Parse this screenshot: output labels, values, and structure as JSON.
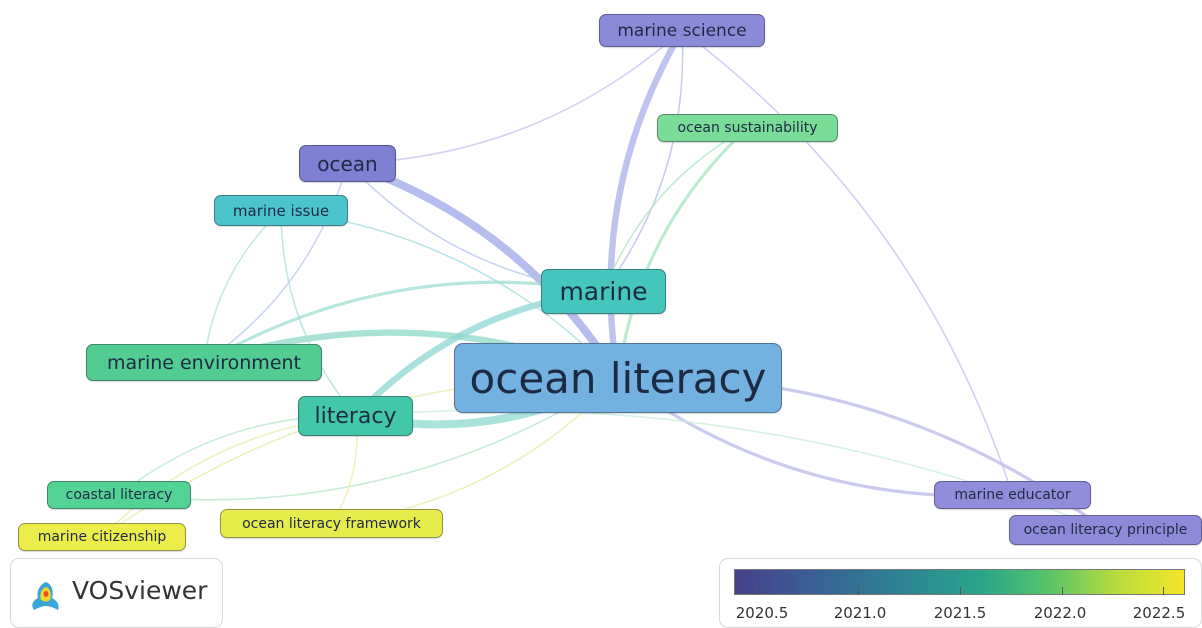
{
  "nodes": [
    {
      "label": "marine science",
      "score": 2020.6,
      "color": "#7f7fd4"
    },
    {
      "label": "ocean sustainability",
      "score": 2021.9,
      "color": "#6fd98f"
    },
    {
      "label": "ocean",
      "score": 2020.6,
      "color": "#7a7bd0"
    },
    {
      "label": "marine issue",
      "score": 2021.3,
      "color": "#46c1c6"
    },
    {
      "label": "marine",
      "score": 2021.4,
      "color": "#41c3b8"
    },
    {
      "label": "marine environment",
      "score": 2021.8,
      "color": "#4cc98b"
    },
    {
      "label": "ocean literacy",
      "score": 2021.1,
      "color": "#6aaee0"
    },
    {
      "label": "literacy",
      "score": 2021.5,
      "color": "#3fc6a4"
    },
    {
      "label": "coastal literacy",
      "score": 2021.8,
      "color": "#4bd08d"
    },
    {
      "label": "marine citizenship",
      "score": 2022.5,
      "color": "#e8e842"
    },
    {
      "label": "ocean literacy framework",
      "score": 2022.5,
      "color": "#e2e845"
    },
    {
      "label": "marine educator",
      "score": 2020.6,
      "color": "#8a86d8"
    },
    {
      "label": "ocean literacy principle",
      "score": 2020.6,
      "color": "#8783d6"
    }
  ],
  "links": [
    {
      "from": "ocean literacy",
      "to": "ocean",
      "strength": 5,
      "color": "#9ea5e4"
    },
    {
      "from": "ocean literacy",
      "to": "marine science",
      "strength": 4,
      "color": "#a9b0e8"
    },
    {
      "from": "ocean literacy",
      "to": "marine environment",
      "strength": 4,
      "color": "#8fd8c8"
    },
    {
      "from": "ocean literacy",
      "to": "literacy",
      "strength": 5,
      "color": "#8fd8d0"
    },
    {
      "from": "marine",
      "to": "literacy",
      "strength": 4,
      "color": "#8dd6d2"
    },
    {
      "from": "ocean literacy",
      "to": "ocean sustainability",
      "strength": 2,
      "color": "#a7e4c0"
    },
    {
      "from": "ocean literacy",
      "to": "marine educator",
      "strength": 2,
      "color": "#b8b8ea"
    },
    {
      "from": "ocean literacy",
      "to": "ocean literacy principle",
      "strength": 2,
      "color": "#b8b8ea"
    },
    {
      "from": "ocean literacy",
      "to": "marine issue",
      "strength": 1,
      "color": "#a3dcdc"
    },
    {
      "from": "ocean literacy",
      "to": "coastal literacy",
      "strength": 1,
      "color": "#b7e6c8"
    },
    {
      "from": "ocean literacy",
      "to": "marine citizenship",
      "strength": 1,
      "color": "#e4eeaa"
    },
    {
      "from": "ocean literacy",
      "to": "ocean literacy framework",
      "strength": 1,
      "color": "#e4eeaa"
    },
    {
      "from": "marine",
      "to": "marine science",
      "strength": 1,
      "color": "#b6bce9"
    },
    {
      "from": "marine",
      "to": "ocean",
      "strength": 1,
      "color": "#b6c6e9"
    },
    {
      "from": "marine",
      "to": "marine environment",
      "strength": 2,
      "color": "#9fded0"
    },
    {
      "from": "marine",
      "to": "ocean sustainability",
      "strength": 1,
      "color": "#ade6c4"
    },
    {
      "from": "ocean",
      "to": "marine science",
      "strength": 1,
      "color": "#c1c4ee"
    },
    {
      "from": "literacy",
      "to": "marine issue",
      "strength": 1,
      "color": "#a8e0dc"
    },
    {
      "from": "literacy",
      "to": "coastal literacy",
      "strength": 1,
      "color": "#b6e8c8"
    },
    {
      "from": "literacy",
      "to": "ocean literacy framework",
      "strength": 1,
      "color": "#e8eea8"
    },
    {
      "from": "literacy",
      "to": "marine citizenship",
      "strength": 1,
      "color": "#e8eea8"
    },
    {
      "from": "marine environment",
      "to": "marine issue",
      "strength": 1,
      "color": "#aee4d0"
    },
    {
      "from": "marine environment",
      "to": "ocean",
      "strength": 1,
      "color": "#b9c9ec"
    },
    {
      "from": "marine educator",
      "to": "ocean literacy principle",
      "strength": 1,
      "color": "#c3c0ee"
    },
    {
      "from": "marine educator",
      "to": "marine science",
      "strength": 1,
      "color": "#c3c0ee"
    },
    {
      "from": "literacy",
      "to": "ocean literacy principle",
      "strength": 1,
      "color": "#c8ecdc"
    }
  ],
  "branding": {
    "name": "VOSviewer"
  },
  "legend": {
    "ticks": [
      "2020.5",
      "2021.0",
      "2021.5",
      "2022.0",
      "2022.5"
    ]
  }
}
